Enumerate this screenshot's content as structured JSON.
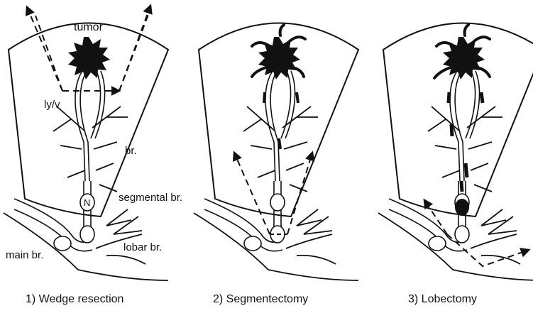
{
  "labels": {
    "tumor": "tumor",
    "ly_v": "ly/v",
    "br": "br.",
    "segmental_br": "segmental br.",
    "lobar_br": "lobar br.",
    "main_br": "main br.",
    "node": "N"
  },
  "panels": [
    {
      "caption": "1) Wedge resection"
    },
    {
      "caption": "2) Segmentectomy"
    },
    {
      "caption": "3) Lobectomy"
    }
  ],
  "colors": {
    "line": "#111111",
    "fill": "#111111",
    "background": "#ffffff"
  }
}
